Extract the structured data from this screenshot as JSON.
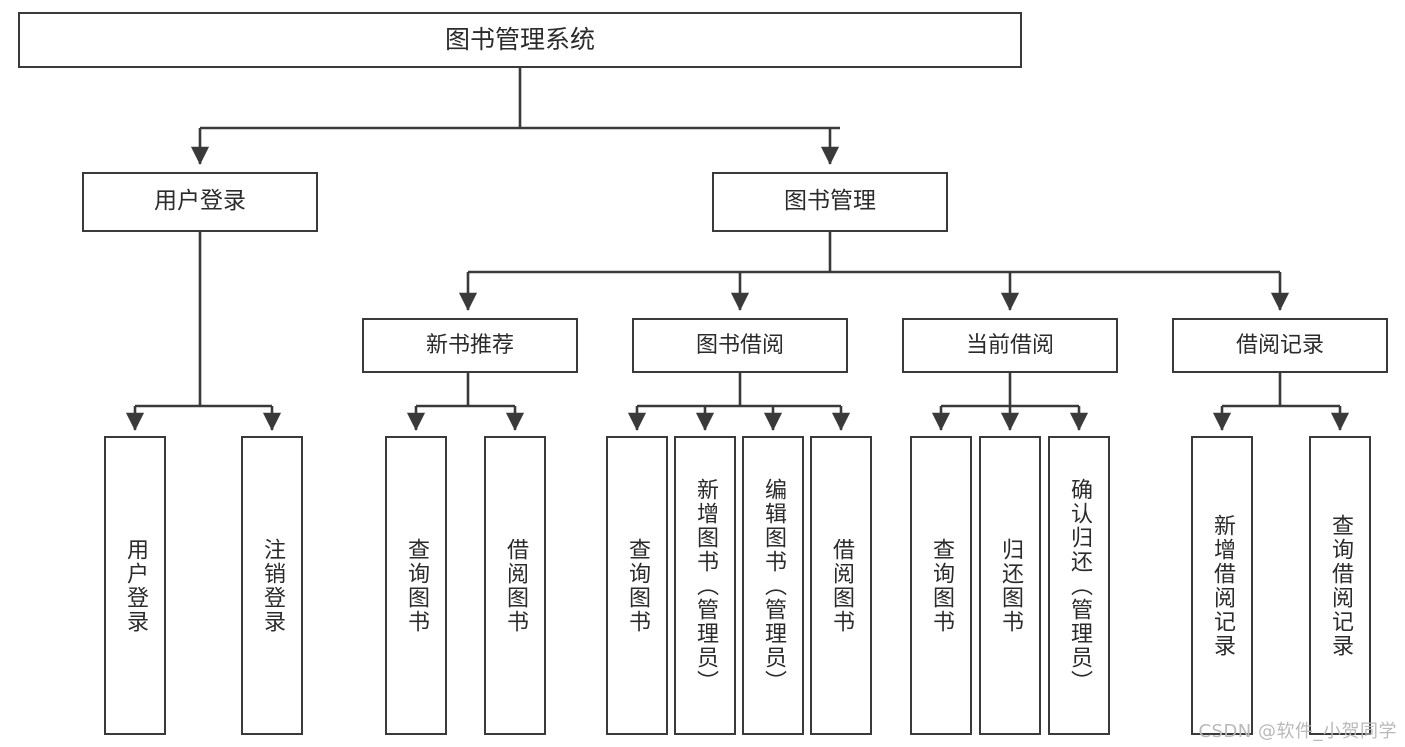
{
  "diagram": {
    "type": "tree-hierarchy",
    "title": "图书管理系统",
    "root": {
      "id": "root",
      "label": "图书管理系统"
    },
    "level1": [
      {
        "id": "user-login",
        "label": "用户登录"
      },
      {
        "id": "book-management",
        "label": "图书管理"
      }
    ],
    "level2": [
      {
        "id": "new-book-recommend",
        "label": "新书推荐",
        "parent": "book-management"
      },
      {
        "id": "book-borrow",
        "label": "图书借阅",
        "parent": "book-management"
      },
      {
        "id": "current-borrow",
        "label": "当前借阅",
        "parent": "book-management"
      },
      {
        "id": "borrow-record",
        "label": "借阅记录",
        "parent": "book-management"
      }
    ],
    "leaves": [
      {
        "id": "leaf-user-login",
        "label": "用户登录",
        "parent": "user-login"
      },
      {
        "id": "leaf-logout-login",
        "label": "注销登录",
        "parent": "user-login"
      },
      {
        "id": "leaf-query-book-1",
        "label": "查询图书",
        "parent": "new-book-recommend"
      },
      {
        "id": "leaf-borrow-book-1",
        "label": "借阅图书",
        "parent": "new-book-recommend"
      },
      {
        "id": "leaf-query-book-2",
        "label": "查询图书",
        "parent": "book-borrow"
      },
      {
        "id": "leaf-add-book",
        "label": "新增图书（管理员）",
        "parent": "book-borrow"
      },
      {
        "id": "leaf-edit-book",
        "label": "编辑图书（管理员）",
        "parent": "book-borrow"
      },
      {
        "id": "leaf-borrow-book-2",
        "label": "借阅图书",
        "parent": "book-borrow"
      },
      {
        "id": "leaf-query-book-3",
        "label": "查询图书",
        "parent": "current-borrow"
      },
      {
        "id": "leaf-return-book",
        "label": "归还图书",
        "parent": "current-borrow"
      },
      {
        "id": "leaf-confirm-return",
        "label": "确认归还（管理员）",
        "parent": "current-borrow"
      },
      {
        "id": "leaf-add-record",
        "label": "新增借阅记录",
        "parent": "borrow-record"
      },
      {
        "id": "leaf-query-record",
        "label": "查询借阅记录",
        "parent": "borrow-record"
      }
    ],
    "colors": {
      "stroke": "#3a3a3a",
      "fill": "#ffffff",
      "text": "#2b2b2b",
      "watermark": "#b9b9b9"
    }
  },
  "watermark": {
    "text": "CSDN @软件_小贺同学"
  }
}
